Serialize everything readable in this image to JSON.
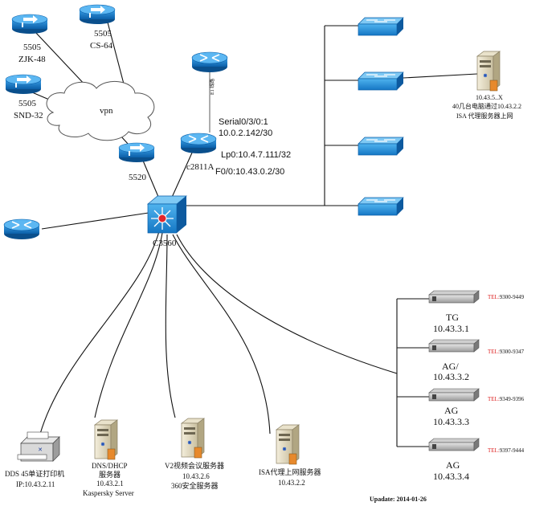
{
  "firewalls": [
    {
      "name": "5505",
      "site": "ZJK-48"
    },
    {
      "name": "5505",
      "site": "CS-64"
    },
    {
      "name": "5505",
      "site": "SND-32"
    },
    {
      "name": "5520"
    }
  ],
  "cloud_label": "vpn",
  "router_main": {
    "name": "c2811A",
    "serial": "Serial0/3/0:1",
    "serial_ip": "10.0.2.142/30",
    "loopback": "Lp0:10.4.7.111/32",
    "fastethernet": "F0/0:10.43.0.2/30"
  },
  "e1_label": "E1 线路",
  "core_switch": "C3560",
  "proxy_client": {
    "subnet": "10.43.5..X",
    "desc1": "40几台电脑通过10.43.2.2",
    "desc2": "ISA 代理服务器上网"
  },
  "devices": [
    {
      "name": "TG",
      "ip": "10.43.3.1",
      "tel_prefix": "TEL:",
      "tel": "9300-9449"
    },
    {
      "name": "AG/",
      "ip": "10.43.3.2",
      "tel_prefix": "TEL:",
      "tel": "9300-9347"
    },
    {
      "name": "AG",
      "ip": "10.43.3.3",
      "tel_prefix": "TEL:",
      "tel": "9349-9396"
    },
    {
      "name": "AG",
      "ip": "10.43.3.4",
      "tel_prefix": "TEL:",
      "tel": "9397-9444"
    }
  ],
  "printer": {
    "line1": "DDS 45单证打印机",
    "line2": "IP:10.43.2.11"
  },
  "servers": [
    {
      "line1": "DNS/DHCP",
      "line2": "服务器",
      "line3": "10.43.2.1",
      "line4": "Kaspersky Server"
    },
    {
      "line1": "V2视频会议服务器",
      "line2": "10.43.2.6",
      "line3": "360安全服务器"
    },
    {
      "line1": "ISA代理上网服务器",
      "line2": "10.43.2.2"
    }
  ],
  "update_text": "Upadate: 2014-01-26"
}
